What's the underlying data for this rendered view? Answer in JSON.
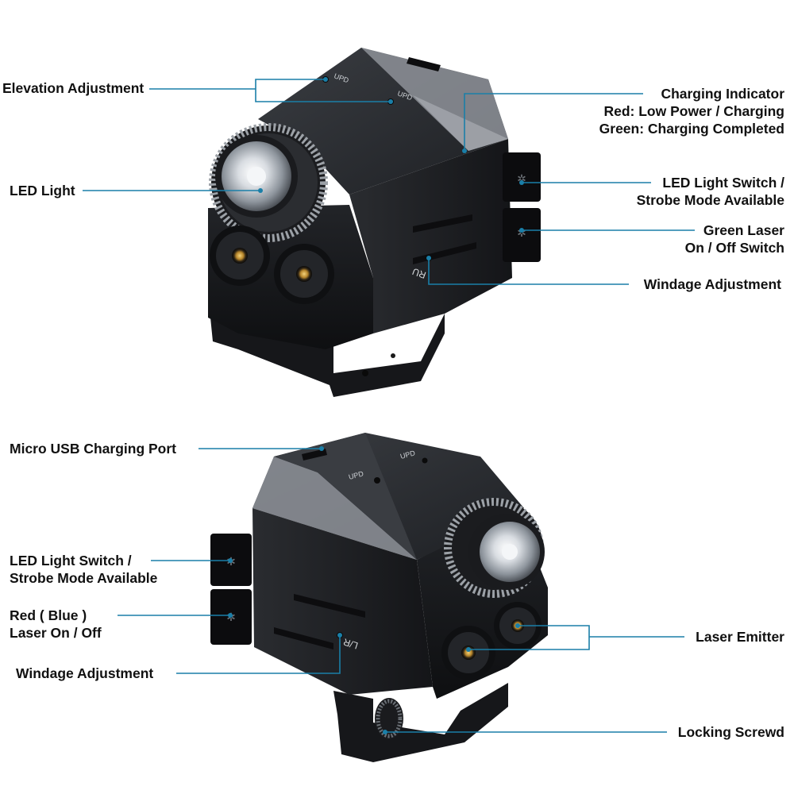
{
  "accent_color": "#1a7fa8",
  "device_top": {
    "engravings": [
      "UPD",
      "UPD",
      "RU"
    ],
    "callouts": {
      "elevation": [
        "Elevation Adjustment"
      ],
      "led_light": [
        "LED Light"
      ],
      "charging_indicator": [
        "Charging Indicator",
        "Red: Low Power / Charging",
        "Green: Charging Completed"
      ],
      "led_switch": [
        "LED Light Switch /",
        "Strobe Mode Available"
      ],
      "green_laser": [
        "Green Laser",
        "On / Off Switch"
      ],
      "windage": [
        "Windage Adjustment"
      ]
    }
  },
  "device_bottom": {
    "engravings": [
      "UPD",
      "UPD",
      "L/R"
    ],
    "callouts": {
      "usb_port": [
        "Micro USB Charging Port"
      ],
      "led_switch": [
        "LED Light Switch /",
        "Strobe Mode Available"
      ],
      "red_laser": [
        "Red ( Blue )",
        "Laser On / Off"
      ],
      "windage": [
        "Windage Adjustment"
      ],
      "laser_emitter": [
        "Laser Emitter"
      ],
      "locking_screw": [
        "Locking Screwd"
      ]
    }
  }
}
